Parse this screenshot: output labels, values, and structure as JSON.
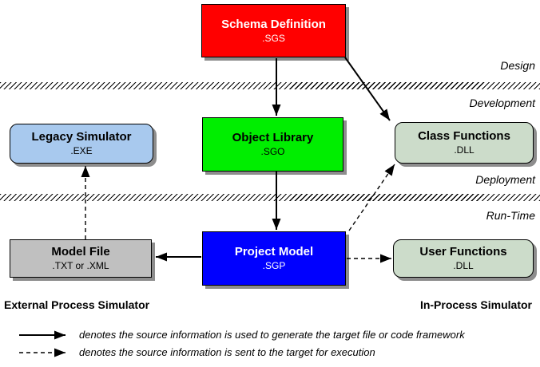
{
  "phases": [
    {
      "label": "Design"
    },
    {
      "label": "Development"
    },
    {
      "label": "Deployment"
    },
    {
      "label": "Run-Time"
    }
  ],
  "nodes": {
    "schema_definition": {
      "title": "Schema Definition",
      "subtitle": ".SGS",
      "fill": "#ff0000",
      "text_color": "#ffffff"
    },
    "legacy_simulator": {
      "title": "Legacy Simulator",
      "subtitle": ".EXE",
      "fill": "#a8c9ee",
      "text_color": "#000000"
    },
    "object_library": {
      "title": "Object Library",
      "subtitle": ".SGO",
      "fill": "#00ee00",
      "text_color": "#000000"
    },
    "class_functions": {
      "title": "Class Functions",
      "subtitle": ".DLL",
      "fill": "#ccdcca",
      "text_color": "#000000"
    },
    "model_file": {
      "title": "Model File",
      "subtitle": ".TXT or .XML",
      "fill": "#c0c0c0",
      "text_color": "#000000"
    },
    "project_model": {
      "title": "Project Model",
      "subtitle": ".SGP",
      "fill": "#0000ff",
      "text_color": "#ffffff"
    },
    "user_functions": {
      "title": "User Functions",
      "subtitle": ".DLL",
      "fill": "#ccdcca",
      "text_color": "#000000"
    }
  },
  "captions": {
    "external": "External Process Simulator",
    "in_process": "In-Process Simulator"
  },
  "legend": {
    "solid": "denotes the source information is used to generate the target file or code framework",
    "dashed": "denotes the source information is sent to the target for execution"
  },
  "colors": {
    "shadow": "#8d8d8d",
    "arrow": "#000000"
  }
}
